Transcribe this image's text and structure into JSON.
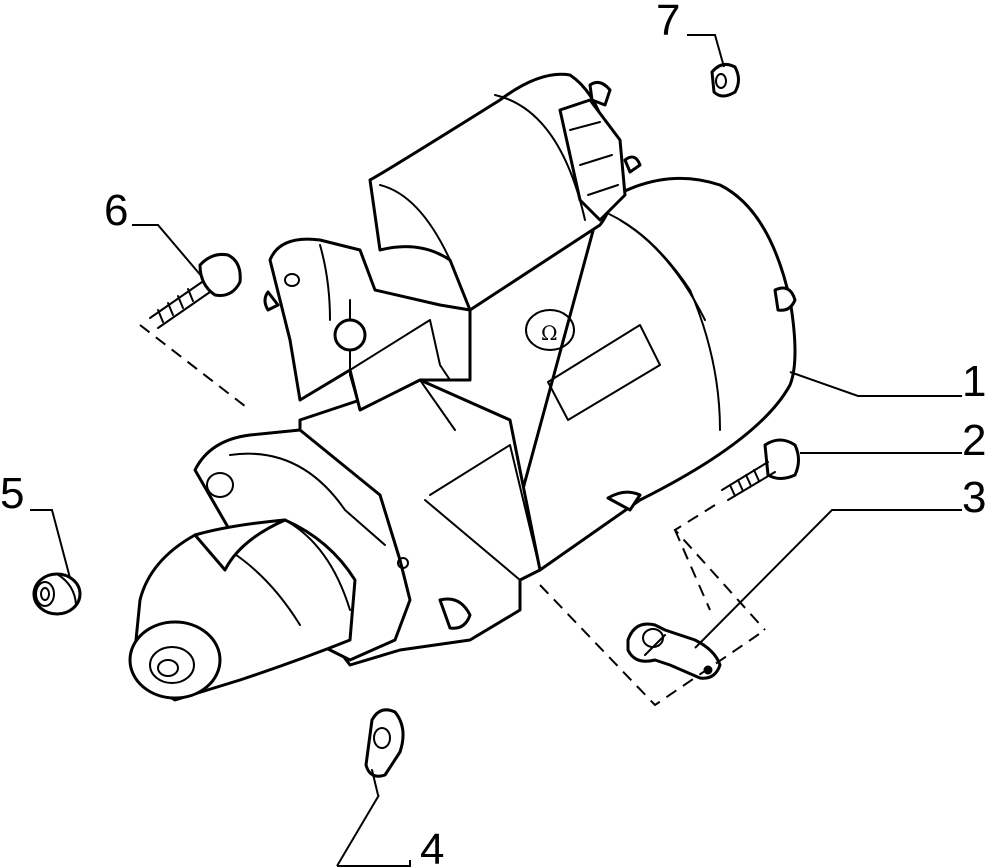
{
  "callouts": [
    {
      "id": "1",
      "label": "1",
      "part": "starter-motor"
    },
    {
      "id": "2",
      "label": "2",
      "part": "bolt"
    },
    {
      "id": "3",
      "label": "3",
      "part": "bracket"
    },
    {
      "id": "4",
      "label": "4",
      "part": "ring-terminal"
    },
    {
      "id": "5",
      "label": "5",
      "part": "nut"
    },
    {
      "id": "6",
      "label": "6",
      "part": "bolt"
    },
    {
      "id": "7",
      "label": "7",
      "part": "nut"
    }
  ],
  "colors": {
    "line": "#000000",
    "background": "#ffffff"
  }
}
